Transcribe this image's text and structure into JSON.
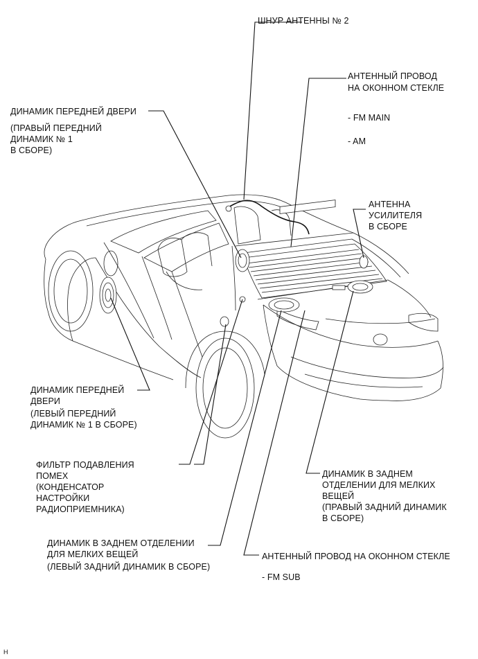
{
  "labels": {
    "antenna_cord_2": "ШНУР АНТЕННЫ № 2",
    "glass_antenna_main_1": "АНТЕННЫЙ ПРОВОД",
    "glass_antenna_main_2": "НА ОКОННОМ СТЕКЛЕ",
    "fm_main": "- FM MAIN",
    "am": "- AM",
    "front_door_speaker_rh_title": "ДИНАМИК ПЕРЕДНЕЙ ДВЕРИ",
    "front_door_speaker_rh_sub1": "(ПРАВЫЙ ПЕРЕДНИЙ",
    "front_door_speaker_rh_sub2": "ДИНАМИК № 1",
    "front_door_speaker_rh_sub3": "В СБОРЕ)",
    "amplifier_antenna_1": "АНТЕННА",
    "amplifier_antenna_2": "УСИЛИТЕЛЯ",
    "amplifier_antenna_3": "В СБОРЕ",
    "front_door_speaker_lh_title1": "ДИНАМИК ПЕРЕДНЕЙ",
    "front_door_speaker_lh_title2": "ДВЕРИ",
    "front_door_speaker_lh_sub1": "(ЛЕВЫЙ ПЕРЕДНИЙ",
    "front_door_speaker_lh_sub2": "ДИНАМИК № 1 В СБОРЕ)",
    "noise_filter_1": "ФИЛЬТР ПОДАВЛЕНИЯ",
    "noise_filter_2": "ПОМЕХ",
    "noise_filter_3": "(КОНДЕНСАТОР",
    "noise_filter_4": "НАСТРОЙКИ",
    "noise_filter_5": "РАДИОПРИЕМНИКА)",
    "rear_speaker_rh_1": "ДИНАМИК В ЗАДНЕМ",
    "rear_speaker_rh_2": "ОТДЕЛЕНИИ ДЛЯ МЕЛКИХ",
    "rear_speaker_rh_3": "ВЕЩЕЙ",
    "rear_speaker_rh_4": "(ПРАВЫЙ ЗАДНИЙ ДИНАМИК",
    "rear_speaker_rh_5": "В СБОРЕ)",
    "rear_speaker_lh_1": "ДИНАМИК В ЗАДНЕМ ОТДЕЛЕНИИ",
    "rear_speaker_lh_2": "ДЛЯ МЕЛКИХ ВЕЩЕЙ",
    "rear_speaker_lh_3": "(ЛЕВЫЙ ЗАДНИЙ ДИНАМИК В СБОРЕ)",
    "glass_antenna_sub": "АНТЕННЫЙ ПРОВОД НА ОКОННОМ СТЕКЛЕ",
    "fm_sub": "- FM SUB",
    "corner_code": "H"
  }
}
